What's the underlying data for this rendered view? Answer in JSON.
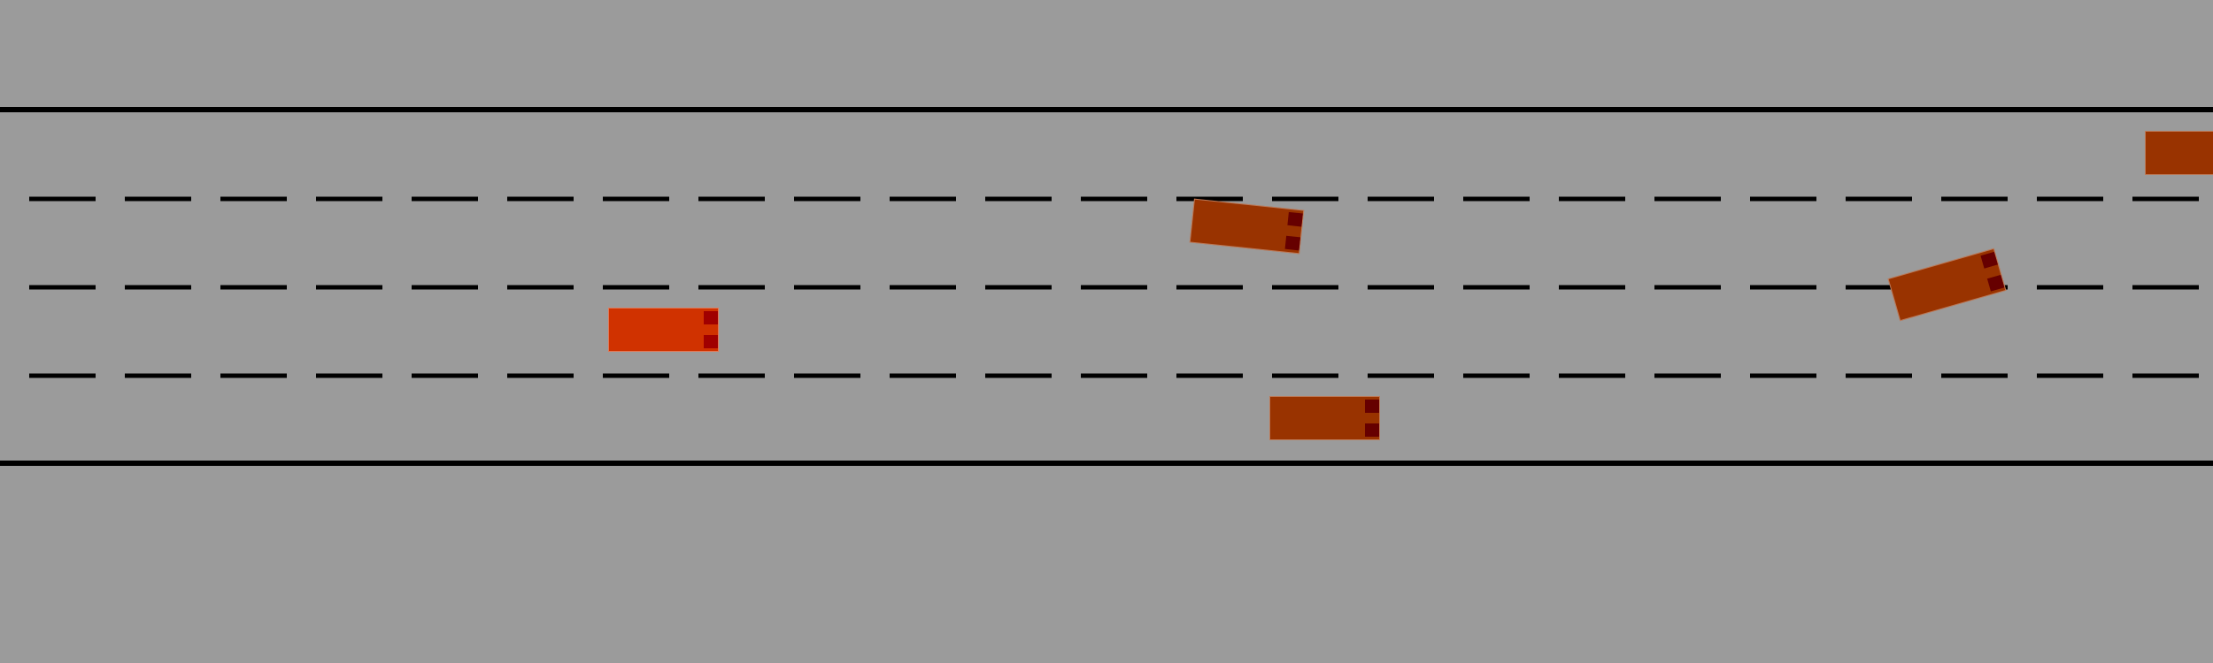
{
  "scene": {
    "background_color": "#9b9b9b",
    "line_color": "#000000"
  },
  "road": {
    "lane_count": 4,
    "edge_lines": [
      "solid",
      "solid"
    ],
    "divider_style": "dashed"
  },
  "vehicles": [
    {
      "id": "ego",
      "role": "ego-vehicle",
      "color": "#d03200",
      "light_color": "#a00000",
      "heading_deg": 0
    },
    {
      "id": "v1",
      "role": "other-vehicle",
      "color": "#993300",
      "light_color": "#660000",
      "heading_deg": 6
    },
    {
      "id": "v2",
      "role": "other-vehicle",
      "color": "#993300",
      "light_color": "#660000",
      "heading_deg": 0
    },
    {
      "id": "v3",
      "role": "other-vehicle",
      "color": "#993300",
      "light_color": "#660000",
      "heading_deg": -16
    },
    {
      "id": "v4",
      "role": "other-vehicle",
      "color": "#993300",
      "light_color": "#660000",
      "heading_deg": 0
    }
  ]
}
